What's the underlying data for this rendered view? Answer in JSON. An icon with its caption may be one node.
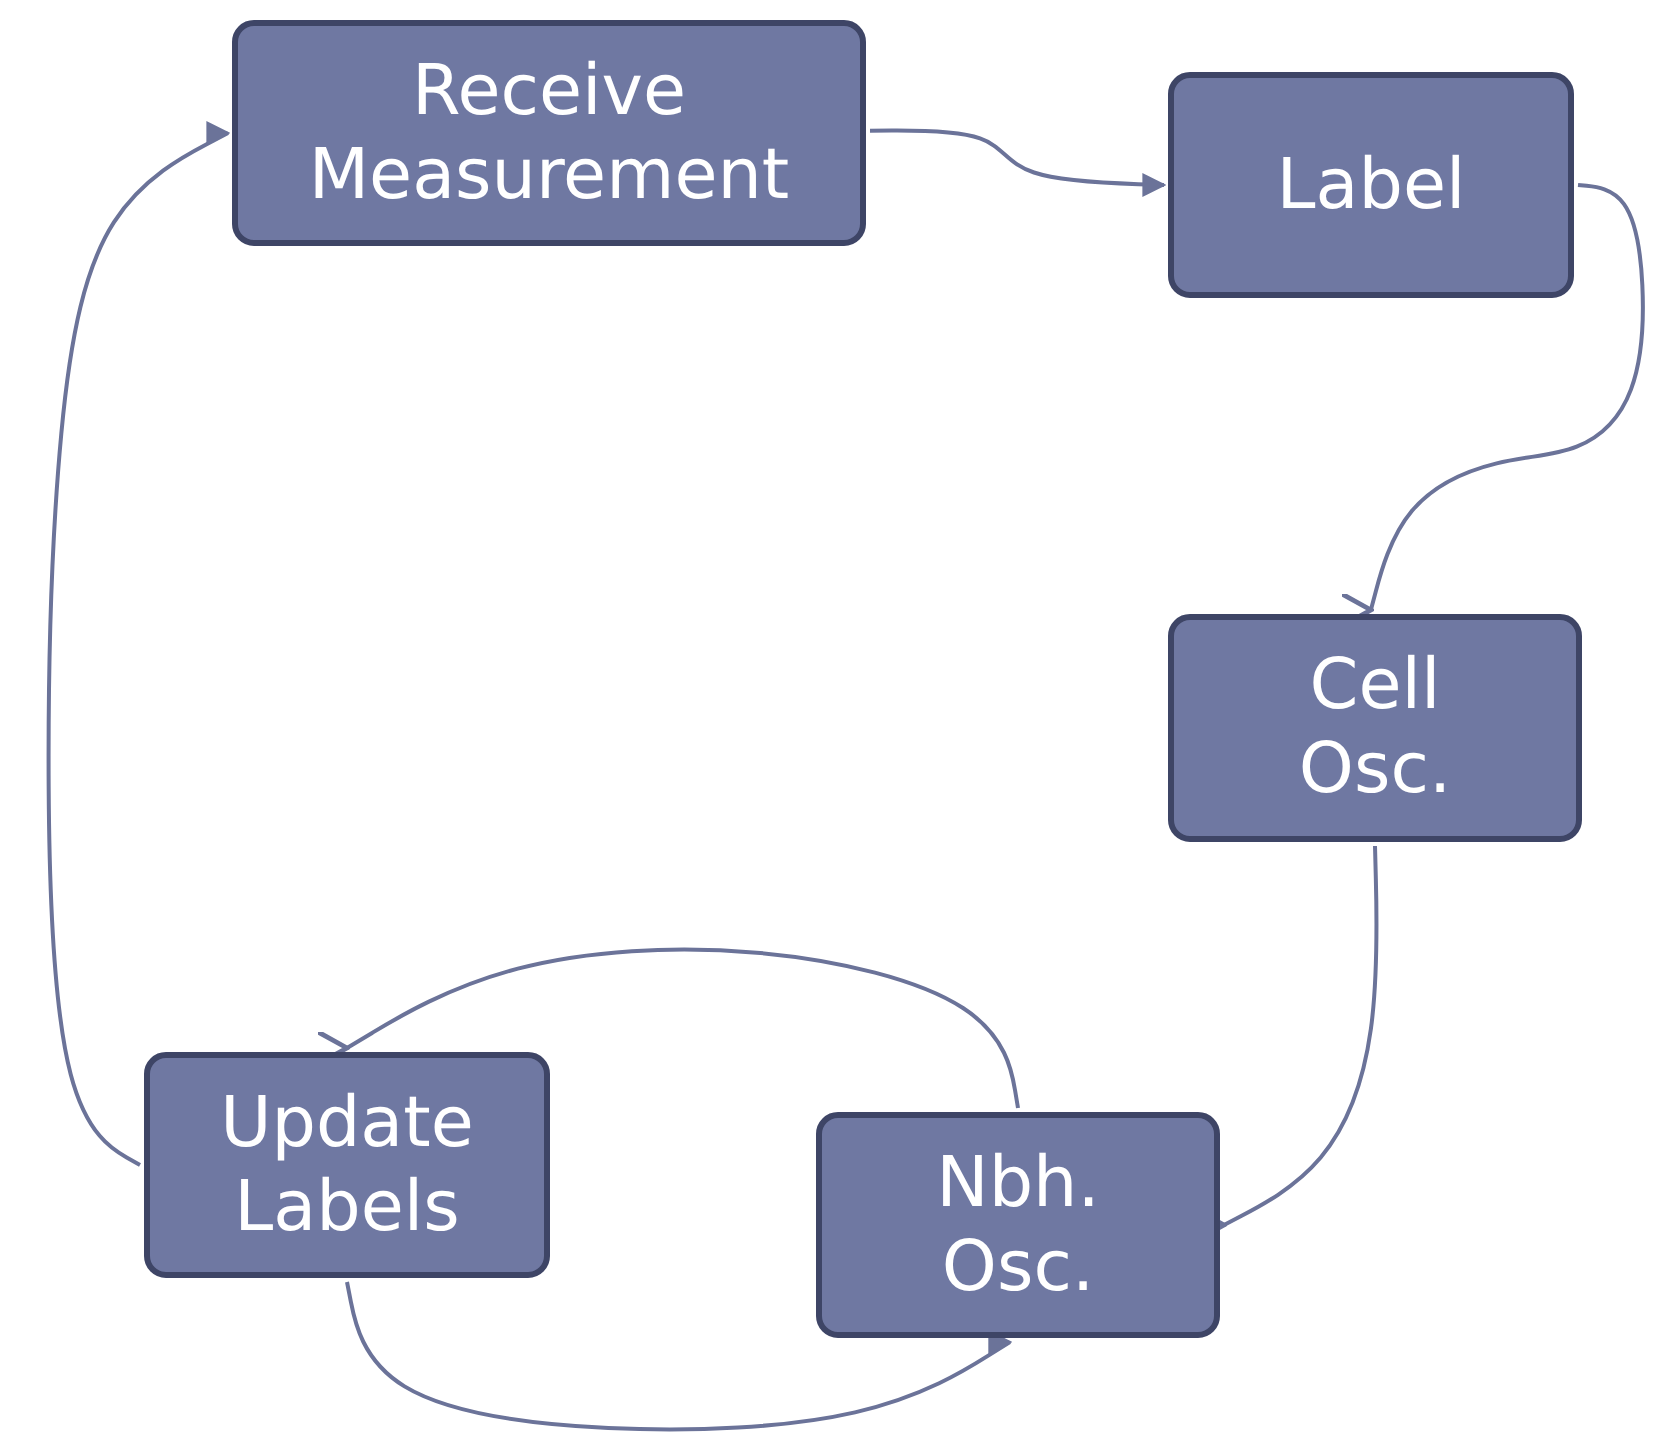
{
  "diagram": {
    "nodes": [
      {
        "text": [
          "Receive Measurement"
        ]
      },
      {
        "text": [
          "Label"
        ]
      },
      {
        "text": [
          "Cell Osc."
        ]
      },
      {
        "text": [
          "Update Labels"
        ]
      },
      {
        "text": [
          "Nbh. Osc."
        ]
      }
    ],
    "edges": [
      {
        "from": 0,
        "to": 1,
        "arrow": "to"
      },
      {
        "from": 1,
        "to": 2,
        "arrow": "to"
      },
      {
        "from": 2,
        "to": 4,
        "arrow": "to"
      },
      {
        "from": 4,
        "to": 3,
        "arrow": "to"
      },
      {
        "from": 3,
        "to": 4,
        "arrow": "to"
      },
      {
        "from": 3,
        "to": 0,
        "arrow": "to"
      }
    ]
  }
}
